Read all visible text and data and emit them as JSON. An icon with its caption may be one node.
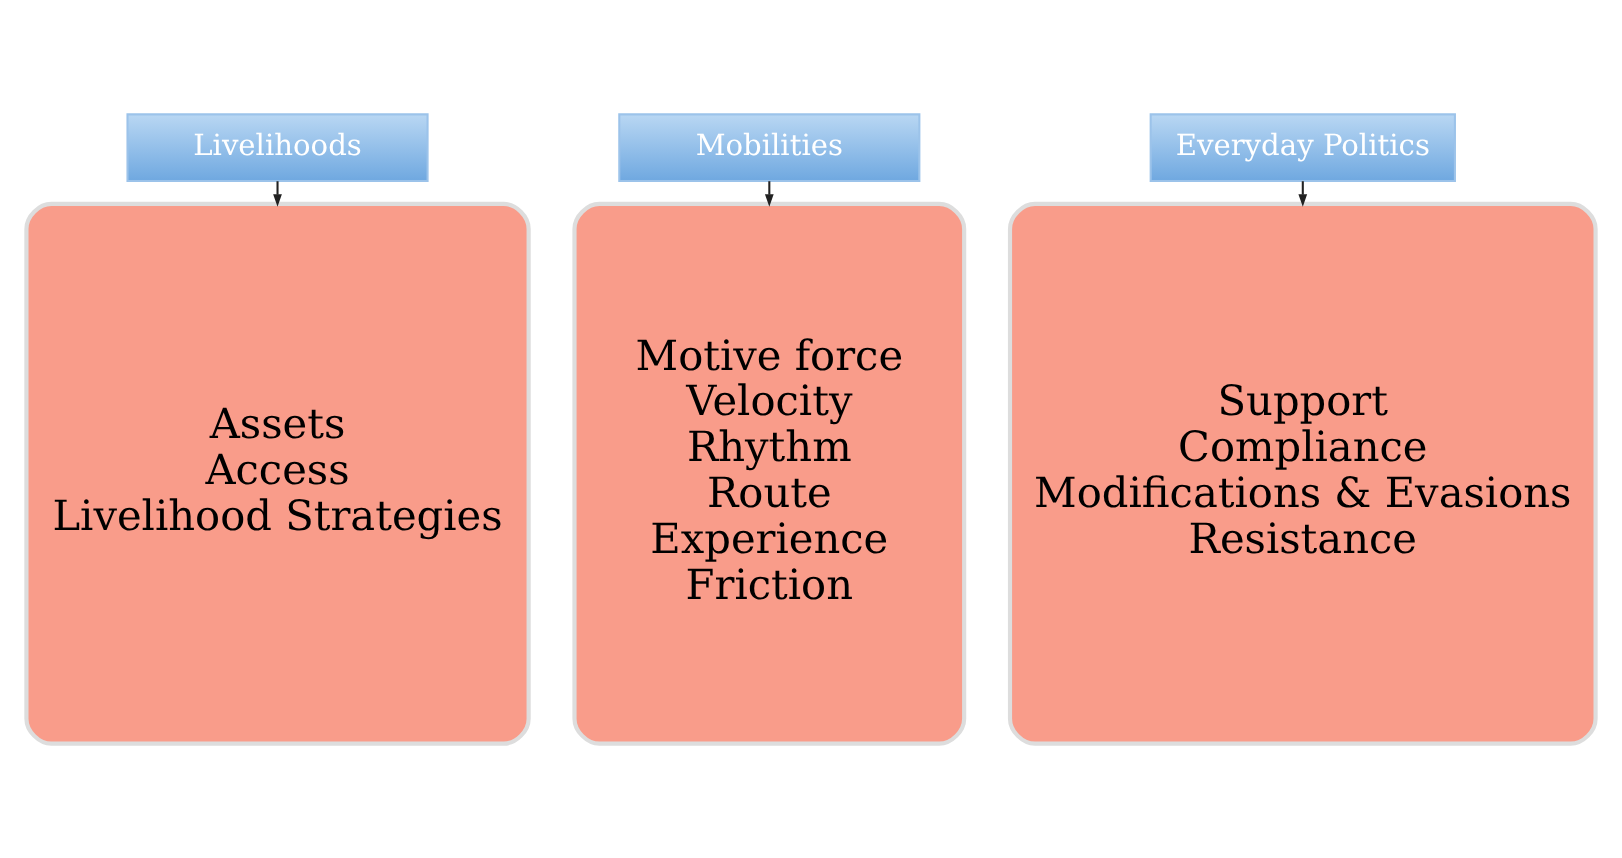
{
  "diagram": {
    "nodes": [
      {
        "text": [
          "Livelihoods"
        ]
      },
      {
        "text": [
          "Mobilities"
        ]
      },
      {
        "text": [
          "Everyday Politics"
        ]
      },
      {
        "text": [
          "Assets",
          "Access",
          "Livelihood Strategies"
        ]
      },
      {
        "text": [
          "Motive force",
          "Velocity",
          "Rhythm",
          "Route",
          "Experience",
          "Friction"
        ]
      },
      {
        "text": [
          "Support",
          "Compliance",
          "Modifications & Evasions",
          "Resistance"
        ]
      }
    ],
    "edges": [
      {
        "from": 0,
        "to": 3,
        "arrow": "to"
      },
      {
        "from": 1,
        "to": 4,
        "arrow": "to"
      },
      {
        "from": 2,
        "to": 5,
        "arrow": "to"
      }
    ]
  }
}
